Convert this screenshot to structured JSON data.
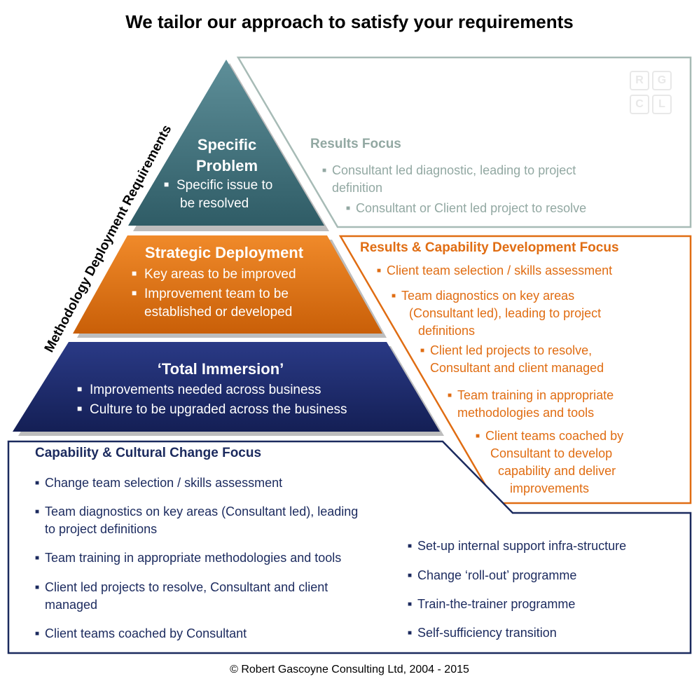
{
  "title": "We tailor our approach to satisfy your requirements",
  "side_label": "Methodology Deployment Requirements",
  "logo": {
    "letters": [
      "R",
      "G",
      "C",
      "L"
    ]
  },
  "pyramid": {
    "top": {
      "title_line1": "Specific",
      "title_line2": "Problem",
      "bullets": [
        "Specific issue to",
        "be resolved"
      ],
      "color": "#3e6f7a"
    },
    "middle": {
      "title": "Strategic Deployment",
      "bullets": [
        "Key areas to be improved",
        "Improvement team to be",
        "established  or developed"
      ],
      "color": "#e2700f"
    },
    "bottom": {
      "title": "‘Total Immersion’",
      "bullets": [
        "Improvements needed across business",
        "Culture  to be upgraded across the business"
      ],
      "color": "#1d2a6b"
    }
  },
  "results_focus": {
    "heading": "Results Focus",
    "items": [
      "Consultant led diagnostic, leading to project",
      "definition",
      "Consultant or Client led project to resolve"
    ],
    "color": "#92a8a2"
  },
  "capability_focus": {
    "heading": "Results & Capability  Development Focus",
    "items": [
      "Client team selection / skills assessment",
      "Team diagnostics on key areas",
      "(Consultant led), leading to project",
      "definitions",
      "Client led projects to resolve,",
      "Consultant and client managed",
      "Team training in appropriate",
      "methodologies and tools",
      "Client teams coached by",
      "Consultant to develop",
      "capability and deliver",
      "improvements"
    ],
    "color": "#e06d13"
  },
  "cultural_focus": {
    "heading": "Capability  & Cultural  Change Focus",
    "left_items": [
      "Change team selection / skills assessment",
      "Team diagnostics on key areas (Consultant led), leading",
      "to project definitions",
      "Team training in appropriate methodologies and tools",
      "Client led projects to resolve, Consultant and client",
      "managed",
      "Client teams coached by Consultant"
    ],
    "right_items": [
      "Set-up internal support infra-structure",
      "Change ‘roll-out’ programme",
      "Train-the-trainer programme",
      "Self-sufficiency transition"
    ],
    "color": "#1b2a5e"
  },
  "footer": "© Robert Gascoyne Consulting Ltd, 2004 - 2015"
}
